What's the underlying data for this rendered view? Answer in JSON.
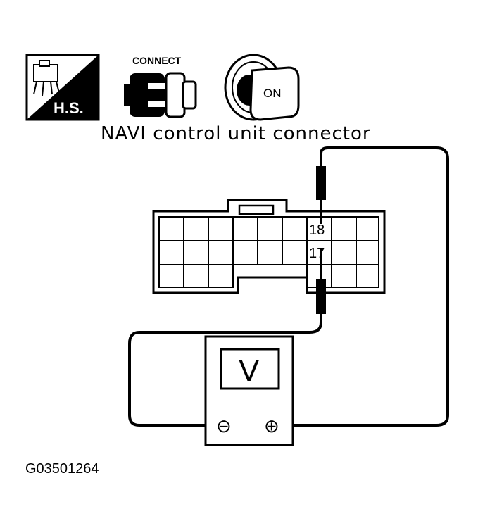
{
  "icons": {
    "hs": {
      "label": "H.S."
    },
    "connect": {
      "label": "CONNECT"
    },
    "ignition": {
      "label": "ON"
    }
  },
  "diagram": {
    "title": "NAVI control unit connector",
    "pins": [
      {
        "label": "18"
      },
      {
        "label": "17"
      }
    ],
    "voltmeter": {
      "display": "V",
      "negative_terminal": "⊖",
      "positive_terminal": "⊕"
    },
    "figure_code": "G03501264"
  }
}
